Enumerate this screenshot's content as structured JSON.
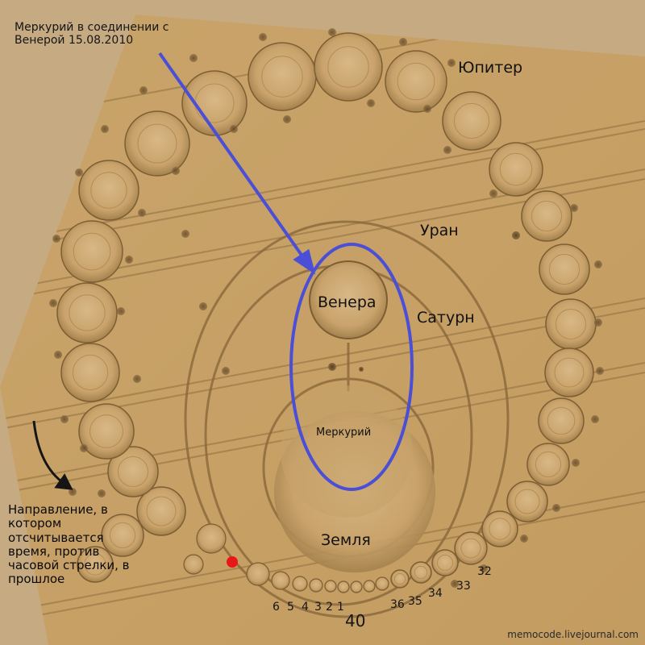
{
  "annotations": {
    "mercury_conjunction": "Меркурий в соединении с Венерой 15.08.2010",
    "jupiter": "Юпитер",
    "uranus": "Уран",
    "venus": "Венера",
    "saturn": "Сатурн",
    "mercury": "Меркурий",
    "earth": "Земля",
    "direction": "Направление, в котором отсчитывается время, против часовой стрелки, в прошлое"
  },
  "numbers": [
    "6",
    "5",
    "4",
    "3",
    "2",
    "1",
    "40",
    "36",
    "35",
    "34",
    "33",
    "32"
  ],
  "watermark": "memocode.livejournal.com",
  "colors": {
    "field": "#c9a46c",
    "border": "#c4aa80",
    "highlight": "#4b4fd6",
    "marker": "#e81818",
    "arrow": "#151515"
  },
  "icons": [
    "crop-circle-field",
    "red-dot-marker",
    "blue-arrow",
    "black-arrow"
  ]
}
